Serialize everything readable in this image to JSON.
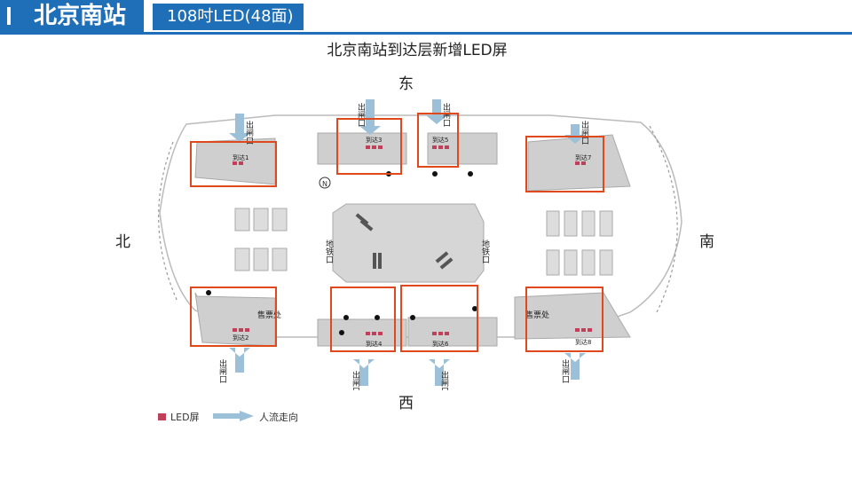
{
  "header": {
    "station": "北京南站",
    "screen_spec": "108吋LED(48面)"
  },
  "map": {
    "title": "北京南站到达层新增LED屏",
    "directions": {
      "east": "东",
      "west": "西",
      "north": "北",
      "south": "南"
    },
    "compass": "N",
    "exit_label": "出闸口",
    "subway_label": "地铁口",
    "ticket_office": "售票处",
    "arrivals": [
      "到达1",
      "到达2",
      "到达3",
      "到达4",
      "到达5",
      "到达6",
      "到达7",
      "到达8"
    ],
    "colors": {
      "highlight": "#e0481e",
      "led": "#c0405a",
      "flow_arrow": "#9cc0d8",
      "floor": "#d4d4d4"
    }
  },
  "legend": {
    "led": "LED屏",
    "flow": "人流走向"
  }
}
